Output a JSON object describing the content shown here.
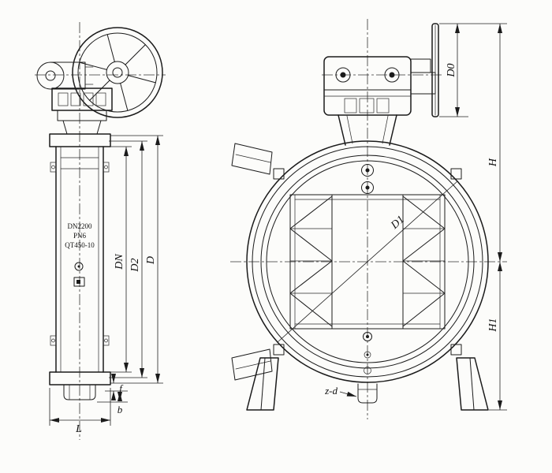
{
  "left_view": {
    "nameplate": {
      "line1": "DN2200",
      "line2": "PN6",
      "line3": "QT450-10"
    },
    "dims": {
      "dn": "DN",
      "d2": "D2",
      "d": "D",
      "f": "f",
      "b": "b",
      "l": "L"
    }
  },
  "right_view": {
    "dims": {
      "d1": "D1",
      "d0": "D0",
      "h": "H",
      "h1": "H1",
      "zd": "z-d"
    }
  }
}
